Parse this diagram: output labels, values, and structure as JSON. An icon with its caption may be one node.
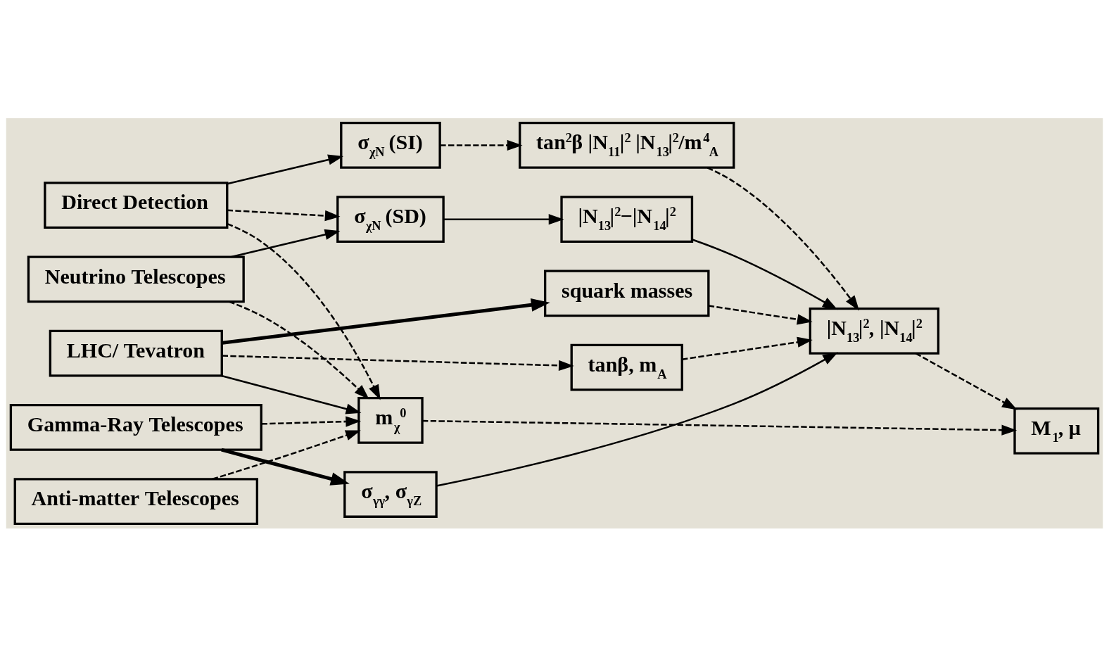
{
  "diagram": {
    "nodes": [
      {
        "text": [
          "Direct Detection"
        ]
      },
      {
        "text": [
          "Neutrino Telescopes"
        ]
      },
      {
        "text": [
          "LHC/ Tevatron"
        ]
      },
      {
        "text": [
          "Gamma-Ray Telescopes"
        ]
      },
      {
        "text": [
          "Anti-matter Telescopes"
        ]
      },
      {
        "text": [
          "σ$_{χN}$ (SI)"
        ]
      },
      {
        "text": [
          "σ$_{χN}$ (SD)"
        ]
      },
      {
        "text": [
          "m$_{χ}$$^{0}$"
        ]
      },
      {
        "text": [
          "tanβ, m$_{A}$"
        ]
      },
      {
        "text": [
          "squark masses"
        ]
      },
      {
        "text": [
          "σ$_{γγ}$, σ$_{γZ}$"
        ]
      },
      {
        "text": [
          "tan$^{2}$β |N$_{11}$|$^{2}$ |N$_{13}$|$^{2}$/m$^{4}$$_{A}$"
        ]
      },
      {
        "text": [
          "|N$_{13}$|$^{2}$−|N$_{14}$|$^{2}$"
        ]
      },
      {
        "text": [
          "|N$_{13}$|$^{2}$, |N$_{14}$|$^{2}$"
        ]
      },
      {
        "text": [
          "M$_{1}$, μ"
        ]
      }
    ],
    "edges": [
      {
        "from": 0,
        "to": 5,
        "arrow": "to"
      },
      {
        "from": 0,
        "to": 6,
        "arrow": "to",
        "style": "dashed"
      },
      {
        "from": 0,
        "to": 7,
        "arrow": "to",
        "style": "dashed"
      },
      {
        "from": 1,
        "to": 6,
        "arrow": "to"
      },
      {
        "from": 1,
        "to": 7,
        "arrow": "to",
        "style": "dashed"
      },
      {
        "from": 2,
        "to": 7,
        "arrow": "to"
      },
      {
        "from": 2,
        "to": 8,
        "arrow": "to",
        "style": "dashed"
      },
      {
        "from": 2,
        "to": 9,
        "arrow": "to",
        "style": "thick"
      },
      {
        "from": 3,
        "to": 7,
        "arrow": "to",
        "style": "dashed"
      },
      {
        "from": 3,
        "to": 10,
        "arrow": "to",
        "style": "thick"
      },
      {
        "from": 4,
        "to": 7,
        "arrow": "to",
        "style": "dashed"
      },
      {
        "from": 5,
        "to": 11,
        "arrow": "to",
        "style": "dashed"
      },
      {
        "from": 6,
        "to": 12,
        "arrow": "to"
      },
      {
        "from": 7,
        "to": 14,
        "arrow": "to",
        "style": "dashed"
      },
      {
        "from": 8,
        "to": 13,
        "arrow": "to",
        "style": "dashed"
      },
      {
        "from": 11,
        "to": 13,
        "arrow": "to",
        "style": "dashed"
      },
      {
        "from": 9,
        "to": 13,
        "arrow": "to",
        "style": "dashed"
      },
      {
        "from": 10,
        "to": 13,
        "arrow": "to"
      },
      {
        "from": 12,
        "to": 13,
        "arrow": "to"
      },
      {
        "from": 13,
        "to": 14,
        "arrow": "to",
        "style": "dashed"
      }
    ]
  }
}
